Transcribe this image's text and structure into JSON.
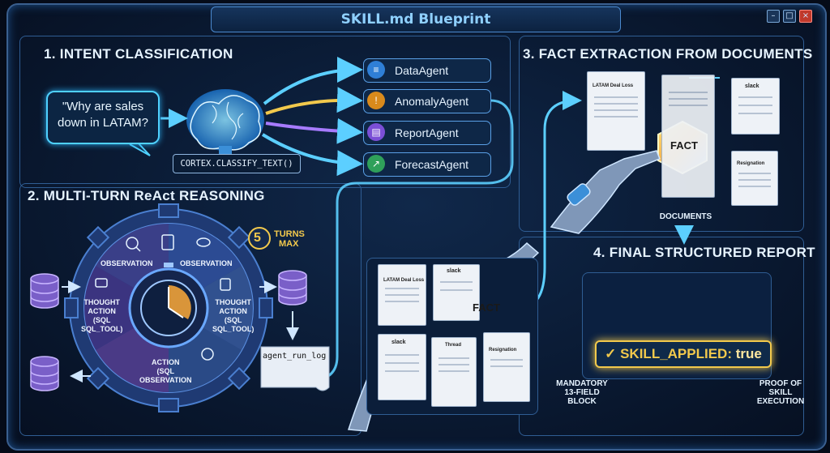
{
  "window": {
    "title": "SKILL.md Blueprint",
    "min": "–",
    "max": "□",
    "close": "×"
  },
  "section1": {
    "title": "1. INTENT CLASSIFICATION",
    "question": "\"Why are sales down in LATAM?",
    "function": "CORTEX.CLASSIFY_TEXT()",
    "agents": [
      {
        "label": "DataAgent",
        "icon": "database-icon",
        "color": "#2f7fd6"
      },
      {
        "label": "AnomalyAgent",
        "icon": "warning-icon",
        "color": "#d98a1c"
      },
      {
        "label": "ReportAgent",
        "icon": "report-icon",
        "color": "#7b4fd6"
      },
      {
        "label": "ForecastAgent",
        "icon": "chart-up-icon",
        "color": "#2fa05a"
      }
    ]
  },
  "section2": {
    "title": "2. MULTI-TURN ReAct REASONING",
    "turns_number": "5",
    "turns_label_1": "TURNS",
    "turns_label_2": "MAX",
    "gear_labels": {
      "obs_left": "OBSERVATION",
      "obs_right": "OBSERVATION",
      "left_1": "THOUGHT",
      "left_2": "ACTION",
      "left_3": "(SQL",
      "left_4": "SQL_TOOL)",
      "right_1": "THOUGHT",
      "right_2": "ACTION",
      "right_3": "(SQL",
      "right_4": "SQL_TOOL)",
      "bottom_1": "ACTION",
      "bottom_2": "(SQL",
      "bottom_3": "OBSERVATION"
    },
    "log": "agent_run_log"
  },
  "section3": {
    "title": "3. FACT EXTRACTION FROM DOCUMENTS",
    "documents_label": "DOCUMENTS",
    "fact": "FACT",
    "doc_titles": {
      "deal_loss": "LATAM Deal Loss",
      "slack": "slack",
      "resignation": "Resignation",
      "thread": "Thread"
    }
  },
  "section4": {
    "title": "4. FINAL STRUCTURED REPORT",
    "skill_key": "SKILL_APPLIED:",
    "skill_value": "true",
    "left_note": [
      "MANDATORY",
      "13-FIELD",
      "BLOCK"
    ],
    "right_note": [
      "PROOF OF",
      "SKILL",
      "EXECUTION"
    ]
  },
  "colors": {
    "accent": "#4fd1ff",
    "gold": "#f2c94c",
    "arrow": "#5ccfff"
  }
}
